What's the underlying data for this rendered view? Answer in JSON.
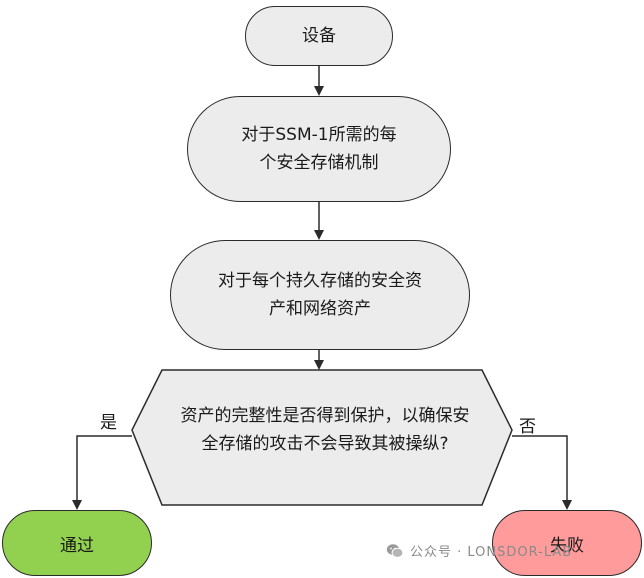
{
  "flowchart": {
    "device": "设备",
    "per_ssm_mechanism": [
      "对于SSM-1所需的每",
      "个安全存储机制"
    ],
    "per_asset": [
      "对于每个持久存储的安全资",
      "产和网络资产"
    ],
    "decision": [
      "资产的完整性是否得到保护，以确保安",
      "全存储的攻击不会导致其被操纵?"
    ],
    "branch_yes": "是",
    "branch_no": "否",
    "outcome_pass": "通过",
    "outcome_fail": "失败"
  },
  "watermark": {
    "text": "公众号 · LONSDOR-LAB",
    "icon": "wechat-icon"
  },
  "colors": {
    "node_fill": "#ececec",
    "pass_fill": "#92d050",
    "fail_fill": "#ff9b9b",
    "stroke": "#2b2b2b"
  }
}
